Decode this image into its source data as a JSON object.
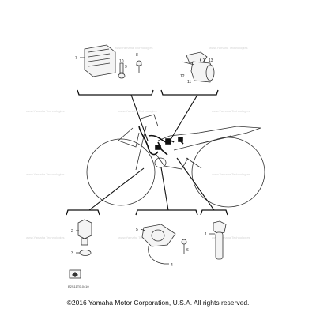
{
  "diagram": {
    "callouts": {
      "top_left": [
        "7",
        "10",
        "9",
        "8"
      ],
      "top_right": [
        "13",
        "12",
        "11"
      ],
      "bottom_left": [
        "2",
        "3"
      ],
      "bottom_middle": [
        "5",
        "6",
        "4"
      ],
      "bottom_right": [
        "1"
      ]
    },
    "watermark": "www.Yamaha Technologies",
    "drawing_code": "B2S11T0-0410"
  },
  "footer": {
    "copyright": "©2016 Yamaha Motor Corporation, U.S.A. All rights reserved."
  }
}
